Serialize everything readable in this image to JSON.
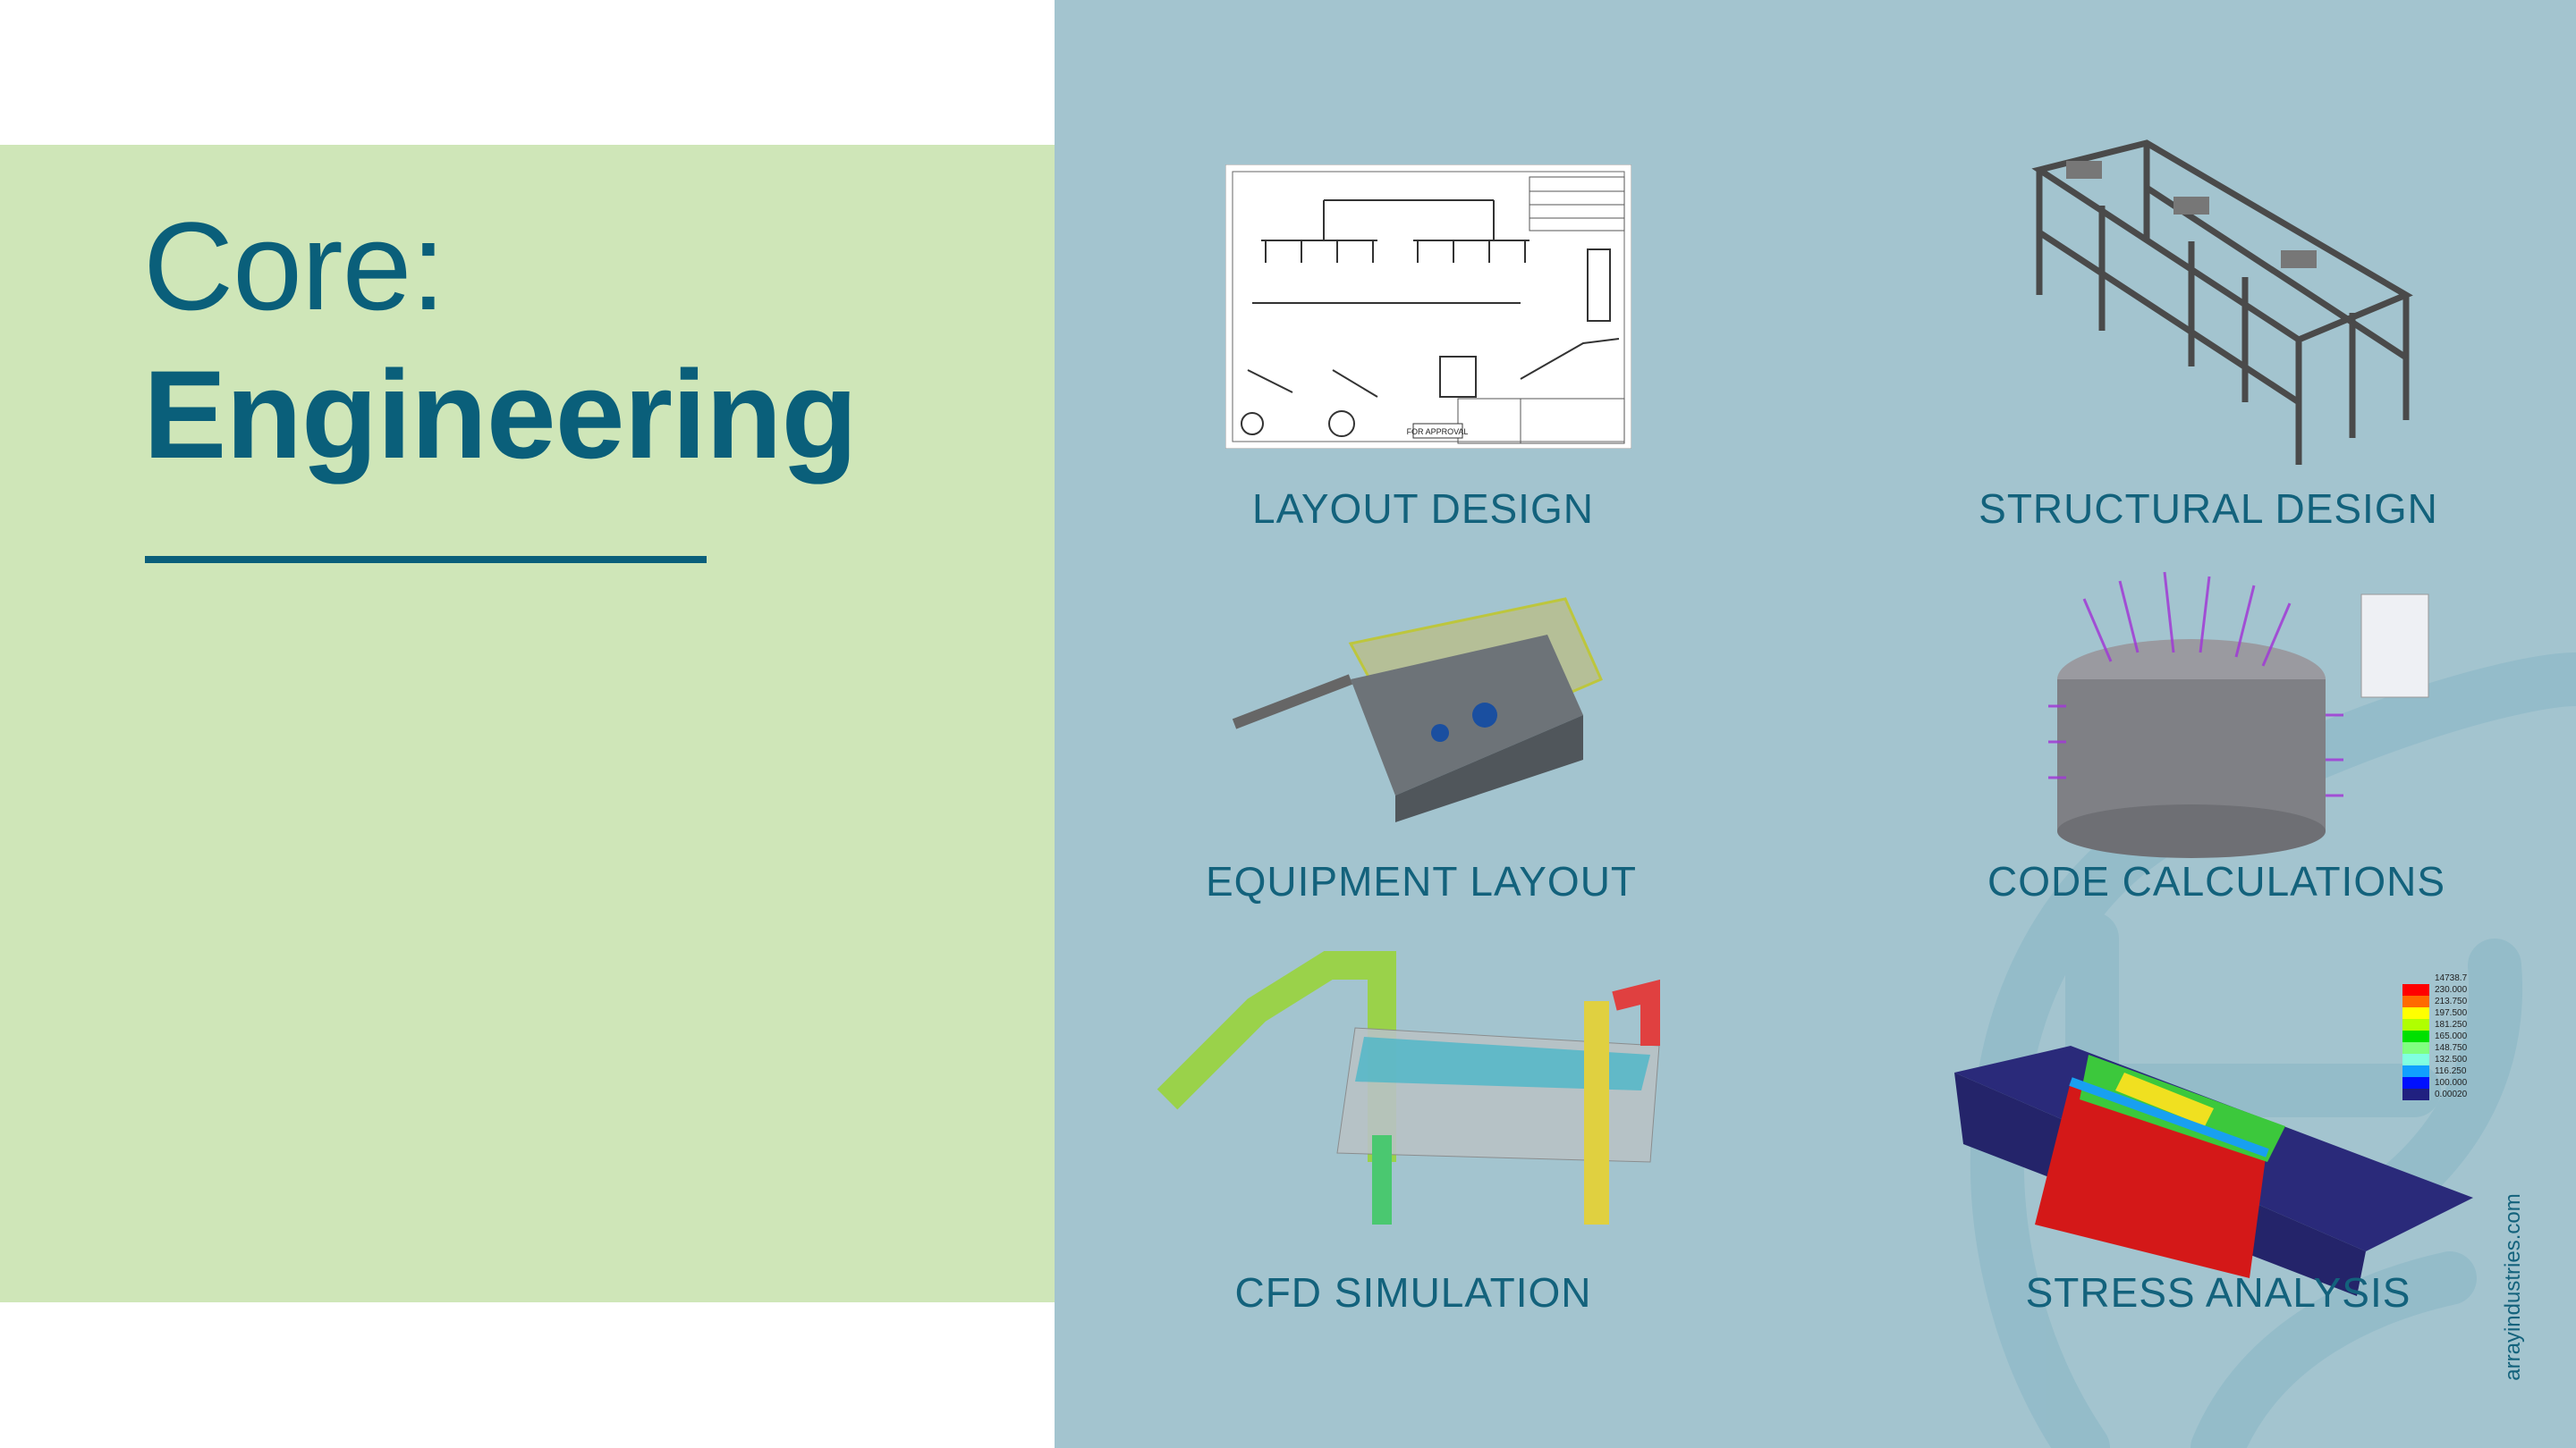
{
  "title": {
    "line1": "Core:",
    "line2": "Engineering"
  },
  "tiles": [
    {
      "label": "LAYOUT DESIGN",
      "image": "layout-drawing"
    },
    {
      "label": "STRUCTURAL DESIGN",
      "image": "steel-frame-model"
    },
    {
      "label": "EQUIPMENT LAYOUT",
      "image": "equipment-model"
    },
    {
      "label": "CODE CALCULATIONS",
      "image": "tank-load-model"
    },
    {
      "label": "CFD SIMULATION",
      "image": "cfd-model"
    },
    {
      "label": "STRESS ANALYSIS",
      "image": "stress-model"
    }
  ],
  "drawing_stamp": "FOR APPROVAL",
  "stress_legend": {
    "max": "14738.7",
    "values": [
      "230.000",
      "213.750",
      "197.500",
      "181.250",
      "165.000",
      "148.750",
      "132.500",
      "116.250",
      "100.000",
      "0.00020"
    ],
    "colors": [
      "#ff0000",
      "#ff6a00",
      "#ffff00",
      "#b0ff00",
      "#00e000",
      "#80ff80",
      "#80ffe0",
      "#10a0ff",
      "#0010ff",
      "#202080"
    ]
  },
  "footer_url": "arrayindustries.com",
  "colors": {
    "brand": "#0a5f7a",
    "green_panel": "#cfe6b8",
    "blue_panel": "#a3c4cf"
  }
}
